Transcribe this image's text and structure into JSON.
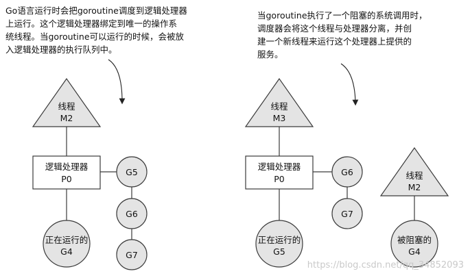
{
  "left": {
    "annotation": [
      "Go语言运行时会把goroutine调度到逻辑处理器",
      "上运行。这个逻辑处理器绑定到唯一的操作系",
      "统线程。当goroutine可以运行的时候，会被放",
      "入逻辑处理器的执行队列中。"
    ],
    "thread": {
      "line1": "线程",
      "line2": "M2"
    },
    "processor": {
      "line1": "逻辑处理器",
      "line2": "P0"
    },
    "running": {
      "line1": "正在运行的",
      "line2": "G4"
    },
    "queue": [
      "G5",
      "G6",
      "G7"
    ]
  },
  "right": {
    "annotation": [
      "当goroutine执行了一个阻塞的系统调用时，",
      "调度器会将这个线程与处理器分离，并创",
      "建一个新线程来运行这个处理器上提供的",
      "服务。"
    ],
    "thread": {
      "line1": "线程",
      "line2": "M3"
    },
    "processor": {
      "line1": "逻辑处理器",
      "line2": "P0"
    },
    "running": {
      "line1": "正在运行的",
      "line2": "G5"
    },
    "queue": [
      "G6",
      "G7"
    ],
    "blocked_thread": {
      "line1": "线程",
      "line2": "M2"
    },
    "blocked": {
      "line1": "被阻塞的",
      "line2": "G4"
    }
  },
  "watermark": "https://blog.csdn.net/qq_34852093",
  "colors": {
    "fill": "#e4e4e4",
    "stroke": "#3a3a3a",
    "box_fill": "#ffffff"
  }
}
